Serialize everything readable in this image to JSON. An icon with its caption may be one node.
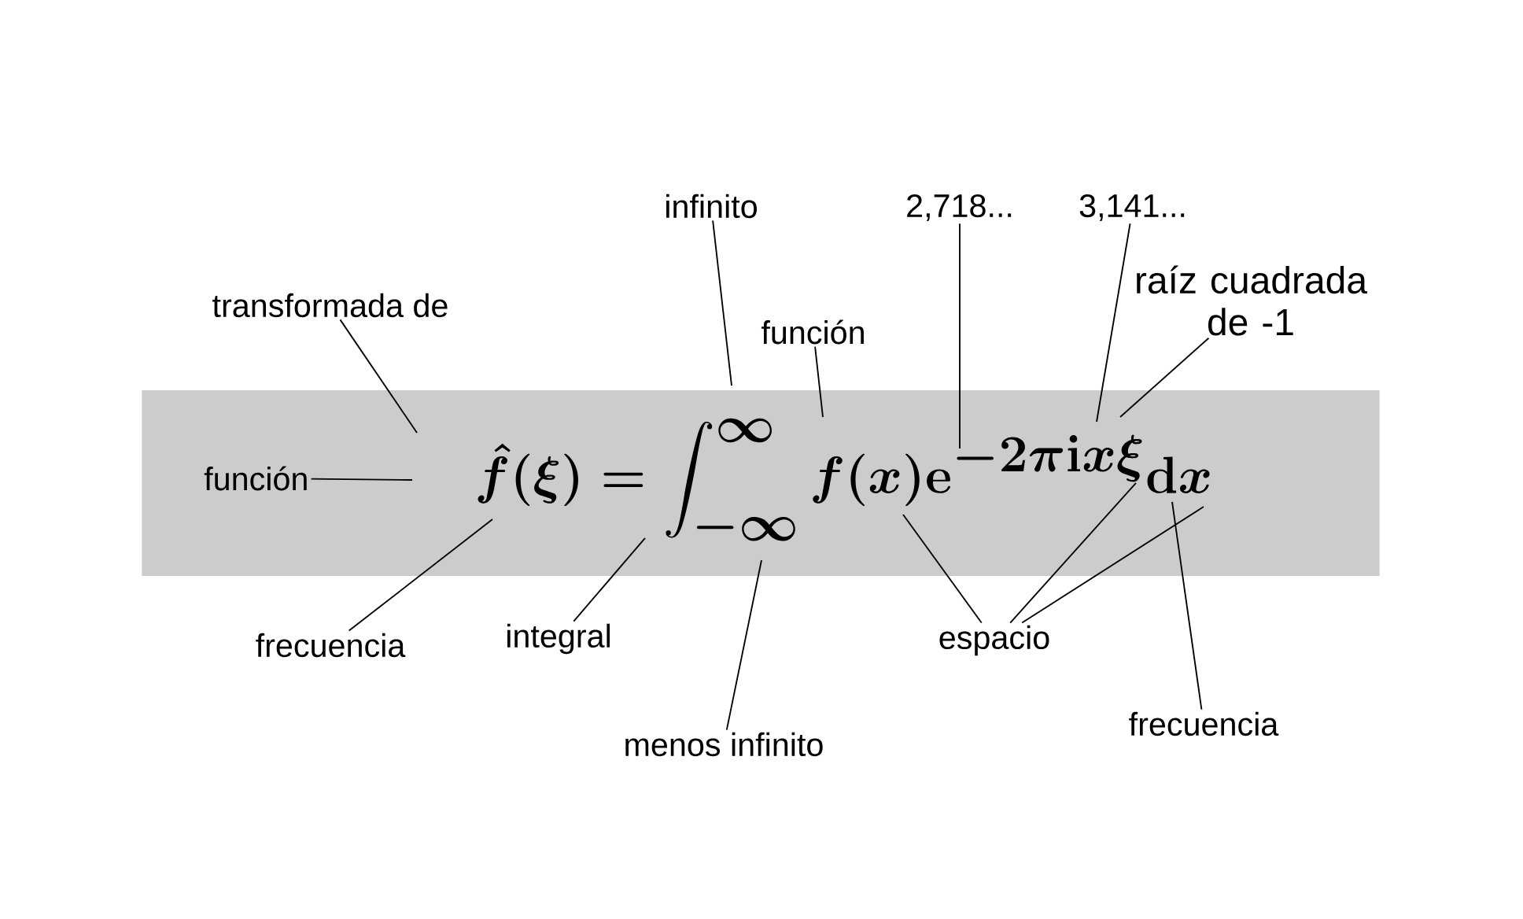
{
  "diagram": {
    "nodes": [
      {
        "text": [
          "\\boldsymbol{\\hat{f}(\\xi)=\\int_{-\\infty}^{\\infty}f(x)\\mathrm{e}^{-2\\pi\\mathrm{i}x\\xi}\\mathrm{d}x}"
        ]
      },
      {
        "text": [
          "transformada de"
        ]
      },
      {
        "text": [
          "función"
        ],
        "in": 0
      },
      {
        "text": [
          "frecuencia"
        ]
      },
      {
        "text": [
          "integral"
        ]
      },
      {
        "text": [
          "infinito"
        ]
      },
      {
        "text": [
          "menos infinito"
        ]
      },
      {
        "text": [
          "función"
        ]
      },
      {
        "text": [
          "2,718..."
        ]
      },
      {
        "text": [
          "3,141..."
        ]
      },
      {
        "text": [
          "raíz cuadrada de -1"
        ]
      },
      {
        "text": [
          "espacio"
        ]
      },
      {
        "text": [
          "frecuencia"
        ]
      }
    ],
    "edges": [
      {
        "from": 1,
        "to": 0,
        "arrow": "none"
      },
      {
        "from": 2,
        "to": 0,
        "arrow": "none"
      },
      {
        "from": 3,
        "to": 0,
        "arrow": "none"
      },
      {
        "from": 4,
        "to": 0,
        "arrow": "none"
      },
      {
        "from": 5,
        "to": 0,
        "arrow": "none"
      },
      {
        "from": 6,
        "to": 0,
        "arrow": "none"
      },
      {
        "from": 7,
        "to": 0,
        "arrow": "none"
      },
      {
        "from": 8,
        "to": 0,
        "arrow": "none"
      },
      {
        "from": 9,
        "to": 0,
        "arrow": "none"
      },
      {
        "from": 10,
        "to": 0,
        "arrow": "none"
      },
      {
        "from": 11,
        "to": 0,
        "arrow": "none"
      },
      {
        "from": 11,
        "to": 0,
        "arrow": "none"
      },
      {
        "from": 11,
        "to": 0,
        "arrow": "none"
      },
      {
        "from": 12,
        "to": 0,
        "arrow": "none"
      }
    ]
  }
}
